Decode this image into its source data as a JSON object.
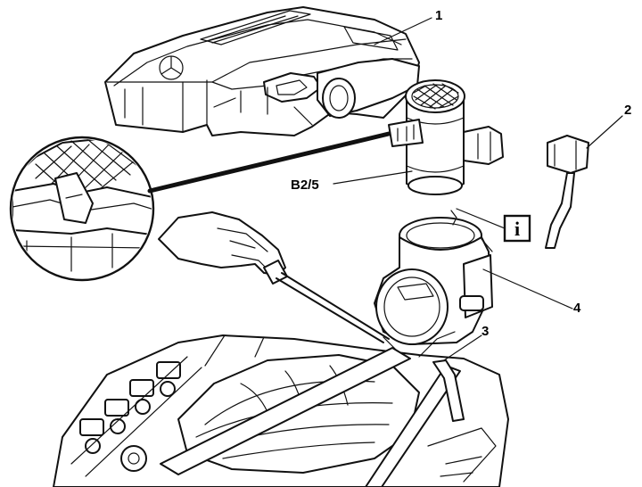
{
  "callouts": {
    "engine_cover": "1",
    "hose": "2",
    "intake_manifold": "3",
    "air_duct": "4",
    "mass_air_flow_sensor": "B2/5",
    "info_box": "i"
  }
}
